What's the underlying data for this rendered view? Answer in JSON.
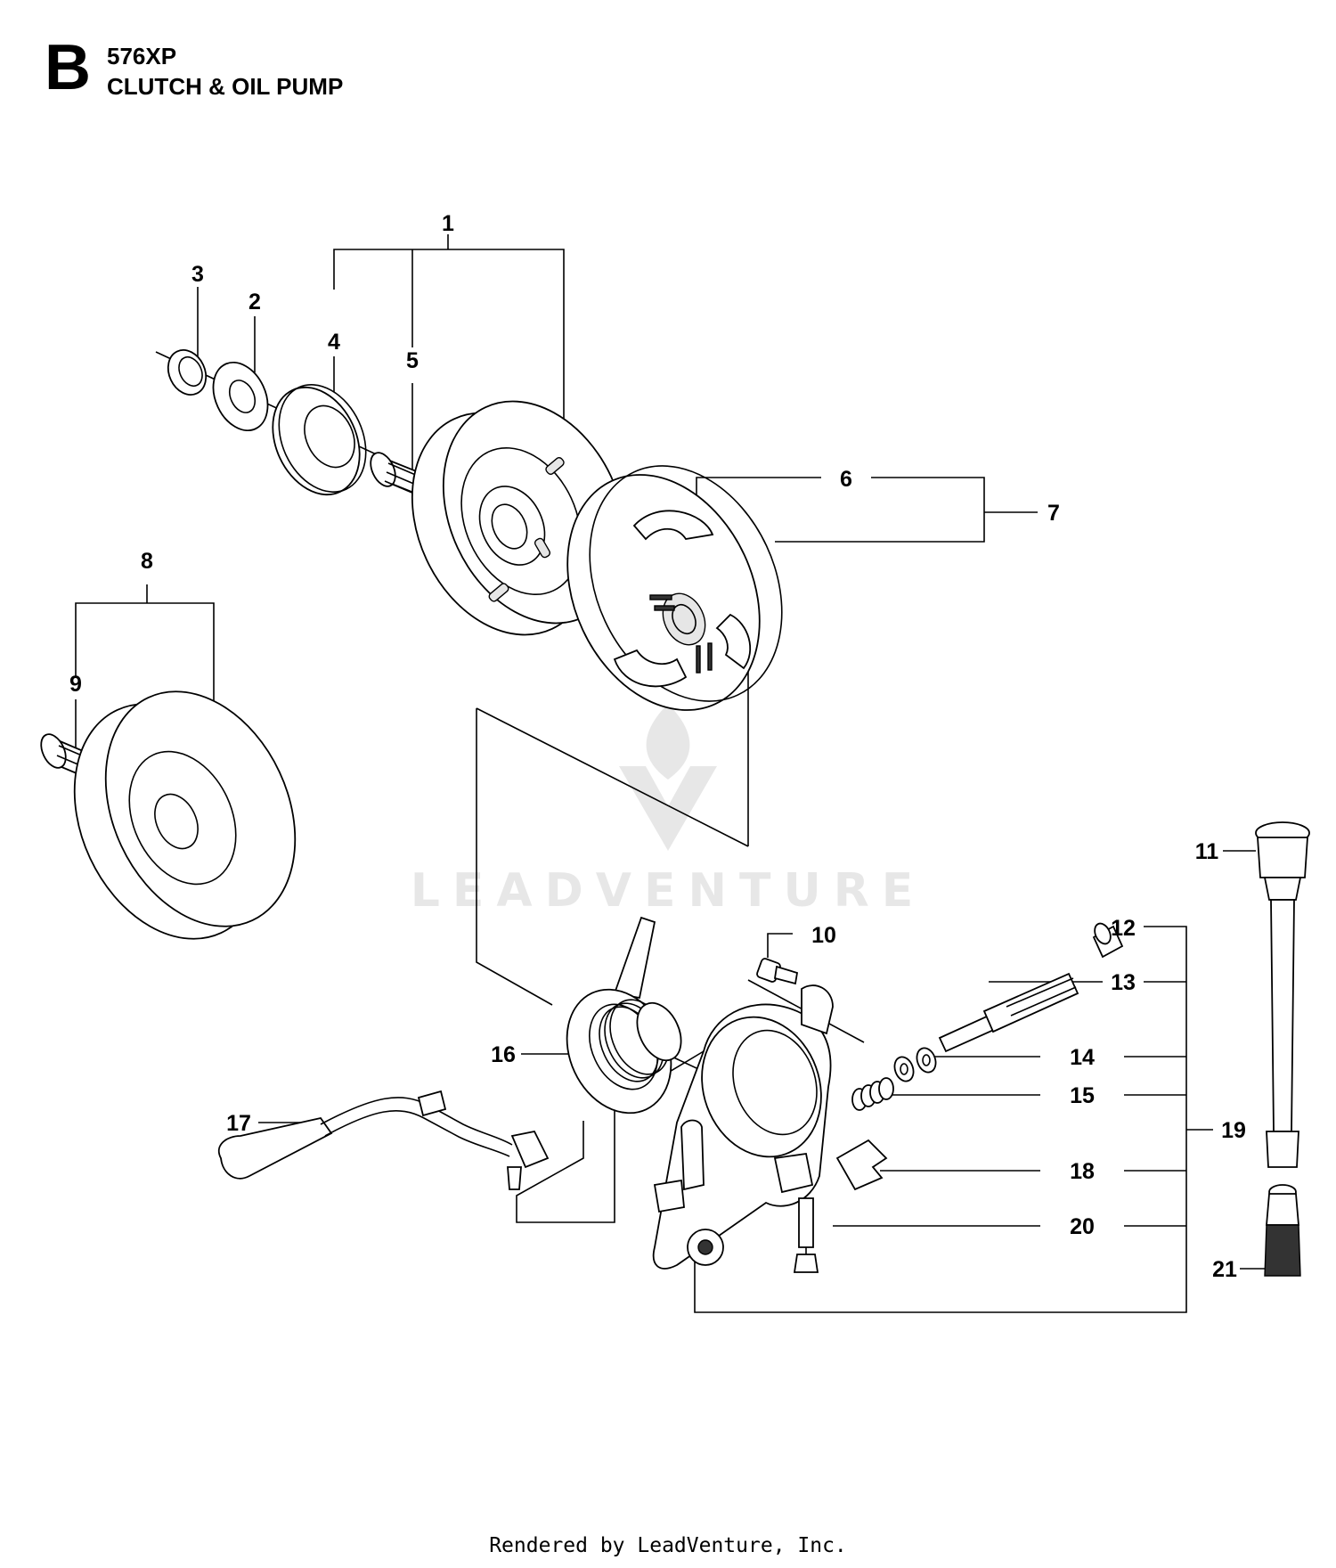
{
  "header": {
    "section_letter": "B",
    "model": "576XP",
    "title": "CLUTCH & OIL PUMP"
  },
  "callouts": [
    "1",
    "2",
    "3",
    "4",
    "5",
    "6",
    "7",
    "8",
    "9",
    "10",
    "11",
    "12",
    "13",
    "14",
    "15",
    "16",
    "17",
    "18",
    "19",
    "20",
    "21"
  ],
  "watermark": {
    "text": "LEADVENTURE"
  },
  "footer": {
    "text": "Rendered by LeadVenture, Inc."
  }
}
